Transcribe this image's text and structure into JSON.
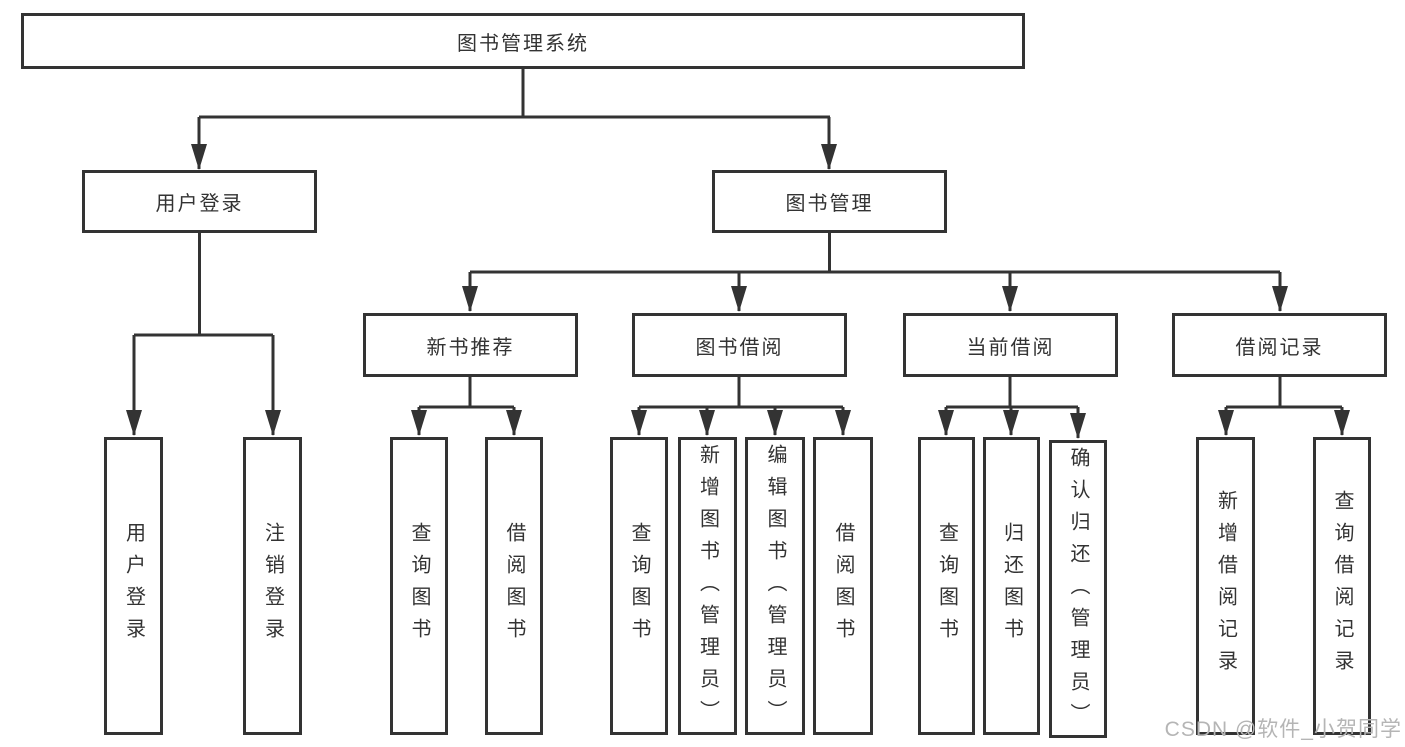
{
  "diagram": {
    "watermark": "CSDN @软件_小贺同学",
    "colors": {
      "line": "#333333",
      "box_border": "#333333",
      "box_fill": "#ffffff",
      "text": "#333333",
      "watermark": "#b5b5b5",
      "background": "#ffffff"
    },
    "tree": {
      "root": "图书管理系统",
      "children": [
        {
          "label": "用户登录",
          "children": [
            "用户登录",
            "注销登录"
          ]
        },
        {
          "label": "图书管理",
          "children": [
            {
              "label": "新书推荐",
              "children": [
                "查询图书",
                "借阅图书"
              ]
            },
            {
              "label": "图书借阅",
              "children": [
                "查询图书",
                "新增图书（管理员）",
                "编辑图书（管理员）",
                "借阅图书"
              ]
            },
            {
              "label": "当前借阅",
              "children": [
                "查询图书",
                "归还图书",
                "确认归还（管理员）"
              ]
            },
            {
              "label": "借阅记录",
              "children": [
                "新增借阅记录",
                "查询借阅记录"
              ]
            }
          ]
        }
      ]
    }
  }
}
